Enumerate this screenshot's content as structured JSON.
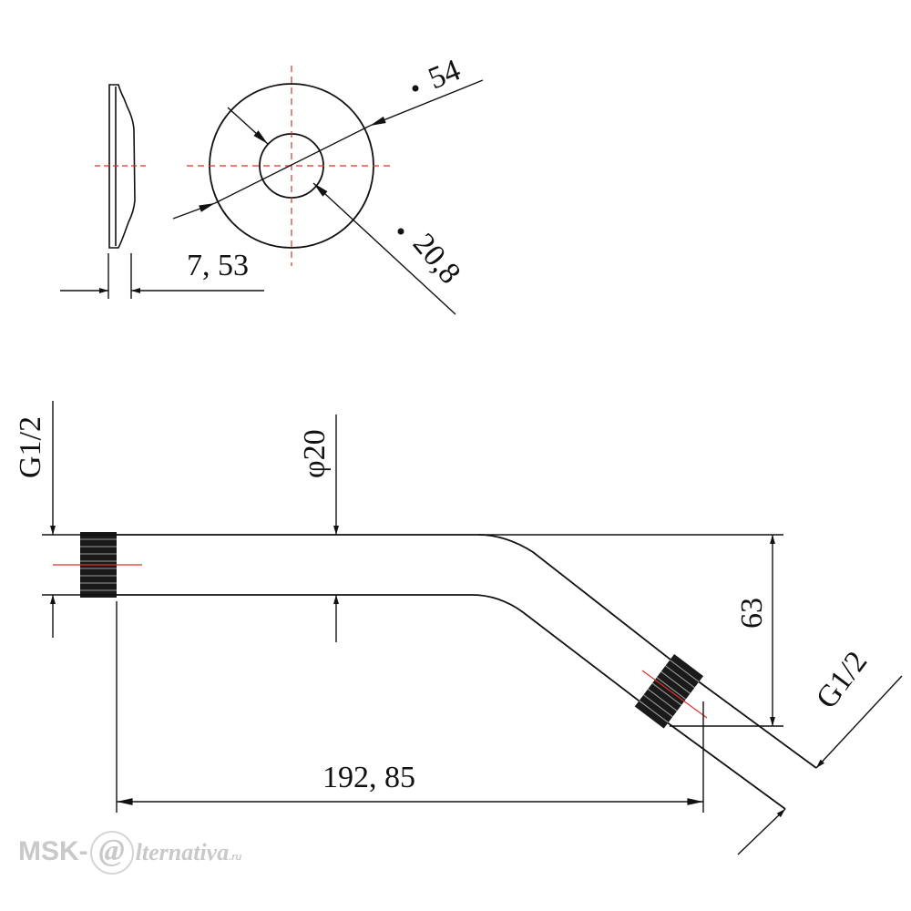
{
  "dimensions": {
    "flange_diameter": "54",
    "flange_hole": "20,8",
    "flange_thickness": "7, 53",
    "thread_left": "G1/2",
    "pipe_diameter": "φ20",
    "offset_height": "63",
    "thread_right": "G1/2",
    "length": "192, 85"
  },
  "watermark": {
    "brand": "MSK-",
    "at_symbol": "@",
    "site": "lternativa",
    "tld": ".ru"
  },
  "colors": {
    "line": "#111111",
    "centerline": "#e0302a"
  }
}
